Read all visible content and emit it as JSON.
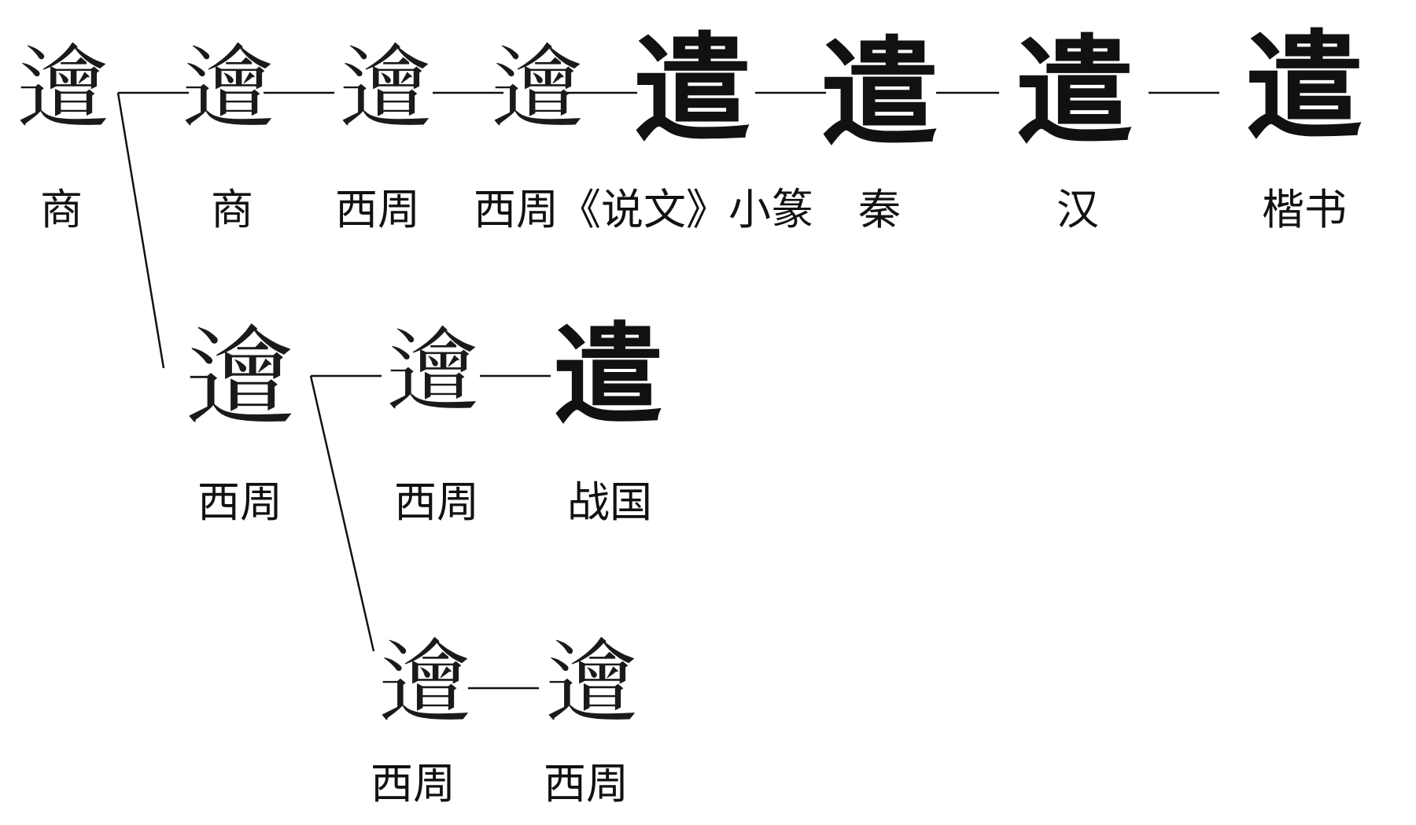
{
  "stages": [
    {
      "id": "shang1",
      "char": "𨗥",
      "period": "商"
    },
    {
      "id": "shang2",
      "char": "𨗥",
      "period": "商"
    },
    {
      "id": "xizhou1",
      "char": "𨗥",
      "period": "西周"
    },
    {
      "id": "xizhou2",
      "char": "𨗥",
      "period": "西周"
    },
    {
      "id": "xiaozhuan",
      "char": "遣",
      "period": "《说文》小篆"
    },
    {
      "id": "qin",
      "char": "遣",
      "period": "秦"
    },
    {
      "id": "han",
      "char": "遣",
      "period": "汉"
    },
    {
      "id": "kaishu",
      "char": "遣",
      "period": "楷书"
    },
    {
      "id": "xizhou3",
      "char": "𨗥",
      "period": "西周"
    },
    {
      "id": "xizhou4",
      "char": "𨗥",
      "period": "西周"
    },
    {
      "id": "zhanguo",
      "char": "遣",
      "period": "战国"
    },
    {
      "id": "xizhou5",
      "char": "𨗥",
      "period": "西周"
    },
    {
      "id": "xizhou6",
      "char": "𨗥",
      "period": "西周"
    }
  ],
  "colors": {
    "ink": "#111111",
    "background": "#ffffff"
  }
}
